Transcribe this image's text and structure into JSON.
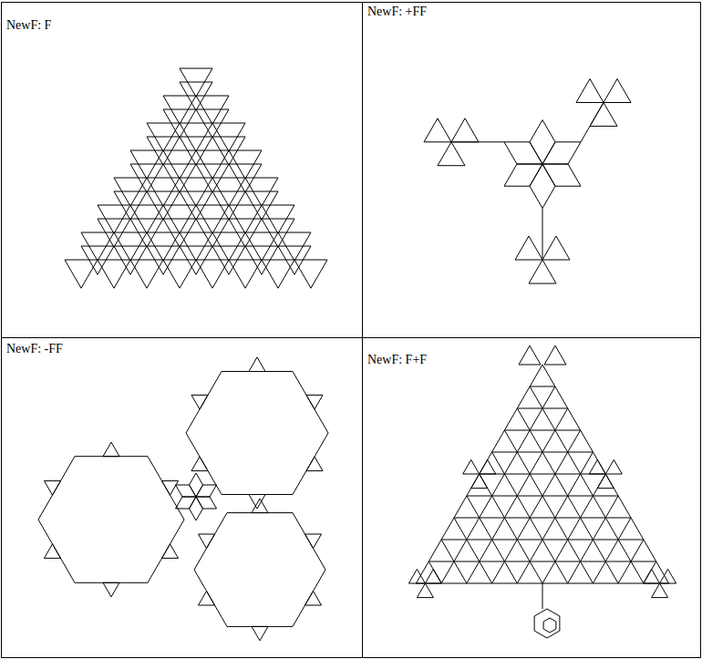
{
  "diagram": {
    "labels": [
      "NewF: F",
      "NewF: +FF",
      "NewF: -FF",
      "NewF: F+F"
    ]
  }
}
